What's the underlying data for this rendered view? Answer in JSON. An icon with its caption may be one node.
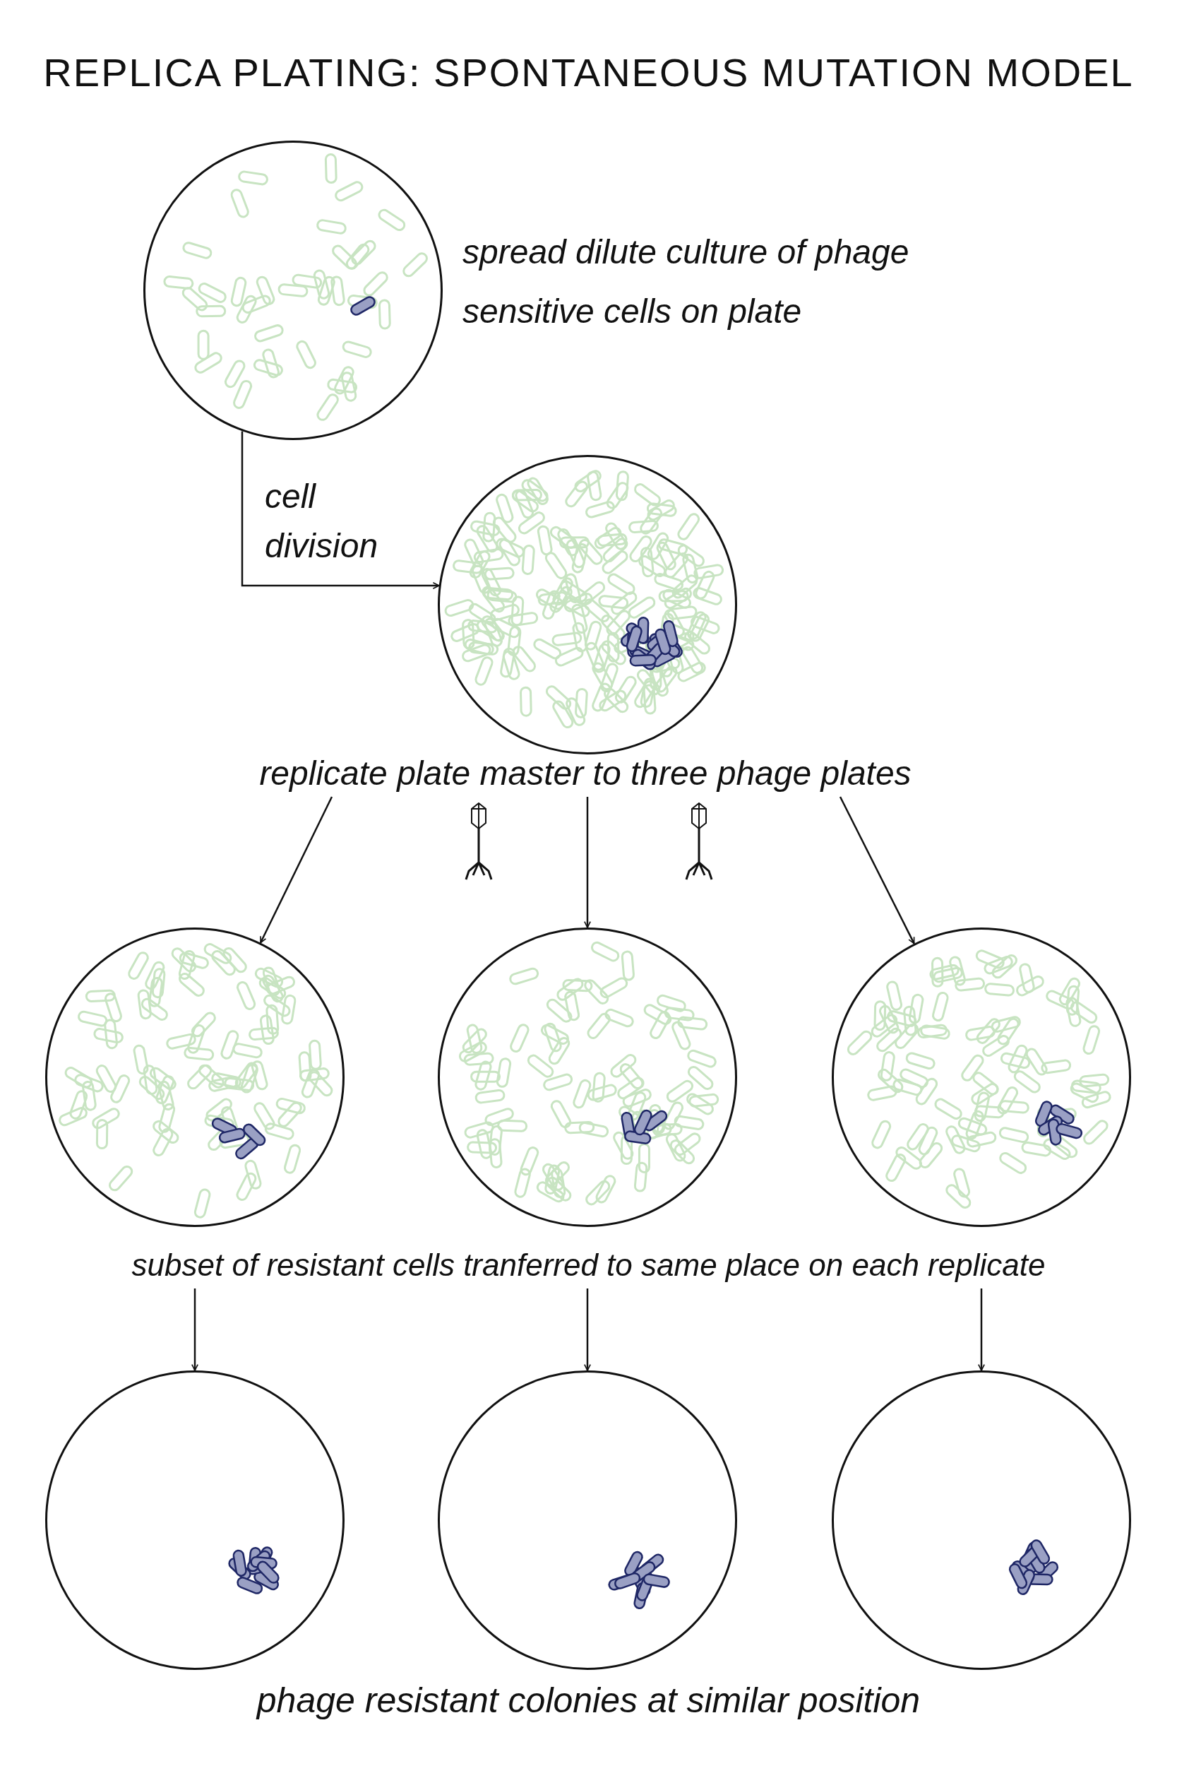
{
  "diagram": {
    "title": "REPLICA PLATING: SPONTANEOUS MUTATION MODEL",
    "nodes": [
      {
        "text": [],
        "shape": "circle",
        "beside": [
          "spread dilute culture of phage sensitive cells on plate"
        ]
      },
      {
        "text": [],
        "shape": "circle"
      },
      {
        "text": [
          "replicate plate master to three phage plates"
        ]
      },
      {
        "text": [],
        "shape": "circle"
      },
      {
        "text": [],
        "shape": "circle"
      },
      {
        "text": [],
        "shape": "circle"
      },
      {
        "text": [
          "subset of resistant cells tranferred to same place on each replicate"
        ]
      },
      {
        "text": [],
        "shape": "circle"
      },
      {
        "text": [],
        "shape": "circle"
      },
      {
        "text": [],
        "shape": "circle"
      }
    ],
    "edges": [
      {
        "from": 0,
        "to": 1,
        "arrow": "to",
        "label": "cell division"
      },
      {
        "from": 2,
        "to": 3,
        "arrow": "to"
      },
      {
        "from": 2,
        "to": 4,
        "arrow": "to"
      },
      {
        "from": 2,
        "to": 5,
        "arrow": "to"
      },
      {
        "from": 6,
        "to": 7,
        "arrow": "to"
      },
      {
        "from": 6,
        "to": 8,
        "arrow": "to"
      },
      {
        "from": 6,
        "to": 9,
        "arrow": "to"
      }
    ],
    "labels": [
      "phage resistant colonies at similar position"
    ]
  }
}
